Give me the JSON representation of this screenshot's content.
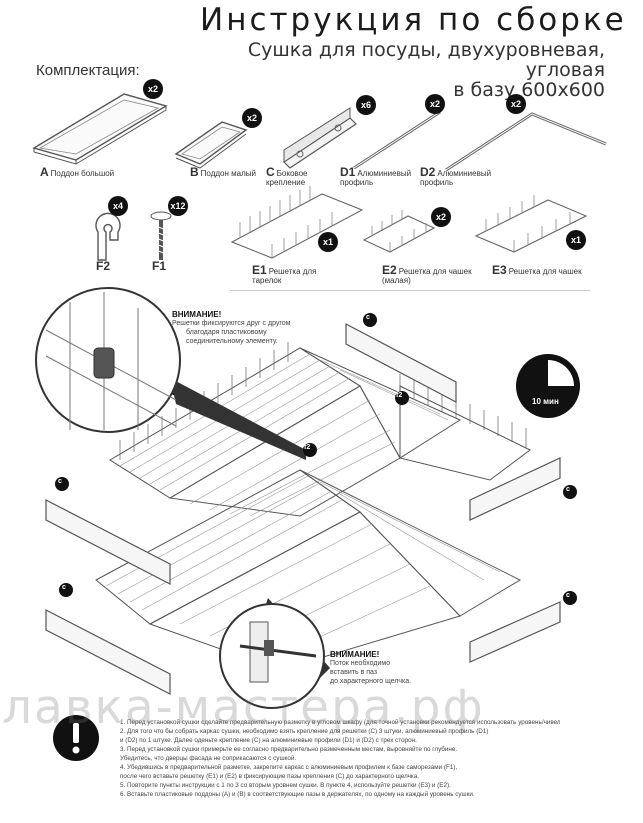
{
  "header": {
    "title": "Инструкция по сборке",
    "subtitle_line1": "Сушка для посуды, двухуровневая, угловая",
    "subtitle_line2": "в базу 600х600",
    "kit_label": "Комплектация:"
  },
  "parts": [
    {
      "letter": "A",
      "name": "Поддон большой",
      "qty": "x2"
    },
    {
      "letter": "B",
      "name": "Поддон малый",
      "qty": "x2"
    },
    {
      "letter": "C",
      "name": "Боковое крепление",
      "qty": "x6"
    },
    {
      "letter": "D1",
      "name": "Алюминиевый профиль",
      "qty": "x2"
    },
    {
      "letter": "D2",
      "name": "Алюминиевый профиль",
      "qty": "x2"
    },
    {
      "letter": "F2",
      "name": "",
      "qty": "x4"
    },
    {
      "letter": "F1",
      "name": "",
      "qty": "x12"
    },
    {
      "letter": "E1",
      "name": "Решетка для тарелок",
      "qty": "x1"
    },
    {
      "letter": "E2",
      "name": "Решетка для чашек (малая)",
      "qty": "x2"
    },
    {
      "letter": "E3",
      "name": "Решетка для чашек",
      "qty": "x1"
    }
  ],
  "warnings": [
    {
      "title": "ВНИМАНИЕ!",
      "text": [
        "Решетки фиксируются друг с другом",
        "благодаря пластиковому",
        "соединительному элементу."
      ]
    },
    {
      "title": "ВНИМАНИЕ!",
      "text": [
        "Поток необходимо",
        "вставить в паз",
        "до характерного щелчка."
      ]
    }
  ],
  "timer": {
    "label": "10 мин",
    "fill_fraction": 0.25
  },
  "callouts": {
    "c": "c",
    "f2": "f2"
  },
  "instructions": [
    "1. Перед установкой сушки сделайте предварительную разметку в угловом шкафу (для точной установки рекомендуется использовать уровень/чивелир).",
    "2. Для того что бы собрать каркас сушки, необходимо взять крепление для решетки (C) 3 штуки, алюминиевый профиль (D1)",
    "   и (D2) по 1 штуке. Далее оденьте крепление (C) на алюминиевые профили (D1) и (D2) с трех сторон.",
    "3. Перед установкой сушки примерьте ее согласно предварительно размеченным местам, выровняйте по глубине.",
    "   Убедитесь, что дверцы фасада не соприкасаются с сушкой.",
    "4. Убедившись в предварительной разметке, закрепите каркас с алюминиевым профилем к базе саморезами (F1),",
    "   после чего вставьте решетку (E1) и (E2) в фиксирующие пазы крепления (C) до характерного щелчка.",
    "5. Повторите пункты инструкции с 1 по 3 со вторым уровнем сушки. В пункте 4, используйте решетки (E3) и (E2).",
    "6. Вставьте пластиковые поддоны (A) и (B) в соответствующие пазы в держателях, по одному на каждый уровень сушки."
  ],
  "watermark": "лавка-мастера.рф"
}
